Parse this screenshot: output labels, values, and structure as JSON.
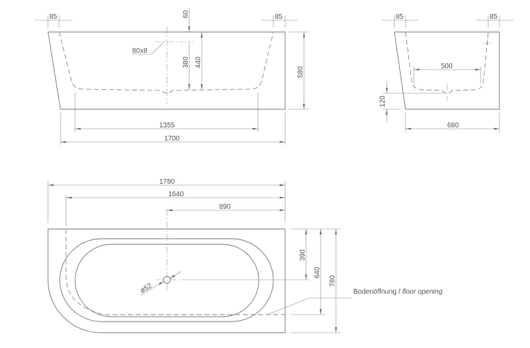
{
  "front_view": {
    "margin_left": "85",
    "margin_right": "85",
    "rim_depth": "60",
    "overflow": "80x8",
    "overflow_height": "380",
    "inner_depth": "440",
    "total_height": "580",
    "inner_length": "1355",
    "length": "1700"
  },
  "side_view": {
    "margin_left": "85",
    "margin_right": "85",
    "inner_width": "500",
    "floor_height": "120",
    "width": "680"
  },
  "plan_view": {
    "overall_length": "1780",
    "floor_length": "1640",
    "drain_offset_x": "890",
    "drain_offset_y": "390",
    "floor_width": "640",
    "overall_width": "780",
    "drain_diameter": "ø52",
    "floor_opening_de": "Bodenöffnung",
    "floor_opening_sep": "/",
    "floor_opening_en": "floor opening"
  }
}
